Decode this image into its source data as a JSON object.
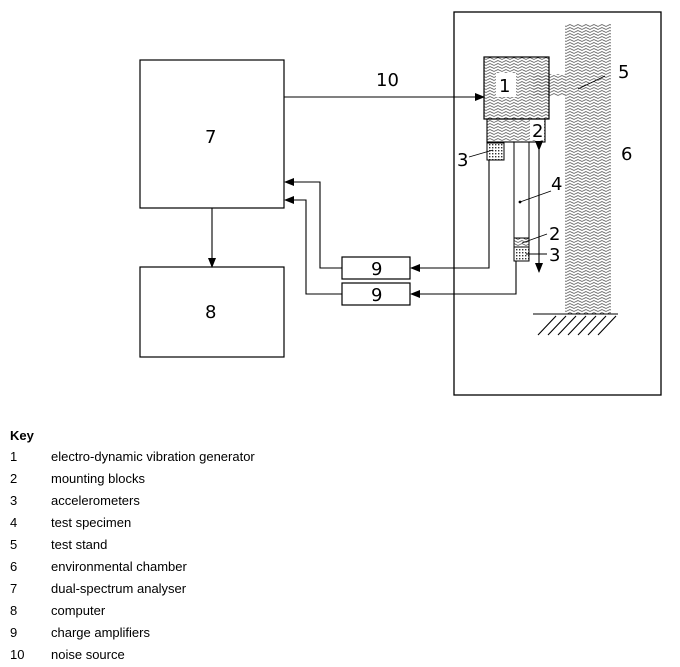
{
  "diagram": {
    "labels": {
      "l1": "1",
      "l2a": "2",
      "l2b": "2",
      "l3a": "3",
      "l3b": "3",
      "l4": "4",
      "l5": "5",
      "l6": "6",
      "l7": "7",
      "l8": "8",
      "l9a": "9",
      "l9b": "9",
      "l10": "10"
    }
  },
  "key": {
    "title": "Key",
    "items": [
      {
        "num": "1",
        "text": "electro-dynamic vibration generator"
      },
      {
        "num": "2",
        "text": "mounting blocks"
      },
      {
        "num": "3",
        "text": "accelerometers"
      },
      {
        "num": "4",
        "text": "test specimen"
      },
      {
        "num": "5",
        "text": "test stand"
      },
      {
        "num": "6",
        "text": "environmental chamber"
      },
      {
        "num": "7",
        "text": "dual-spectrum analyser"
      },
      {
        "num": "8",
        "text": "computer"
      },
      {
        "num": "9",
        "text": "charge amplifiers"
      },
      {
        "num": "10",
        "text": "noise source"
      }
    ]
  }
}
